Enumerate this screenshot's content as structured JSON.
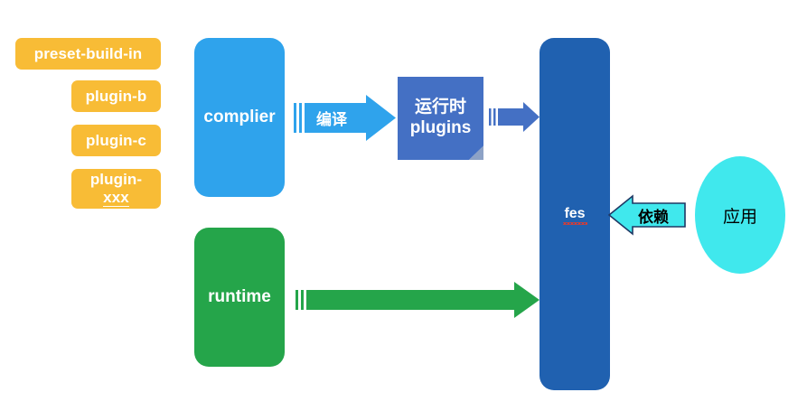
{
  "diagram": {
    "title": "fes architecture diagram",
    "colors": {
      "orange": "#F8BC36",
      "light_blue": "#2FA3EC",
      "dark_blue": "#2061B0",
      "slate_blue": "#4470C4",
      "green": "#25A54A",
      "cyan": "#40E8ED",
      "arrow_outline": "#1F3864",
      "white": "#FFFFFF",
      "black": "#000000"
    },
    "plugins": [
      {
        "id": "preset-build-in",
        "label": "preset-build-in"
      },
      {
        "id": "plugin-b",
        "label": "plugin-b"
      },
      {
        "id": "plugin-c",
        "label": "plugin-c"
      },
      {
        "id": "plugin-xxx",
        "label_line1": "plugin-",
        "label_line2": "xxx"
      }
    ],
    "nodes": {
      "complier": {
        "label": "complier"
      },
      "runtime": {
        "label": "runtime"
      },
      "runtime_plugins": {
        "label_line1": "运行时",
        "label_line2": "plugins"
      },
      "fes": {
        "label": "fes"
      },
      "app": {
        "label": "应用"
      }
    },
    "arrows": {
      "compile": {
        "label": "编译"
      },
      "to_fes": {
        "label": ""
      },
      "runtime_to_fes": {
        "label": ""
      },
      "depends": {
        "label": "依赖"
      }
    }
  }
}
